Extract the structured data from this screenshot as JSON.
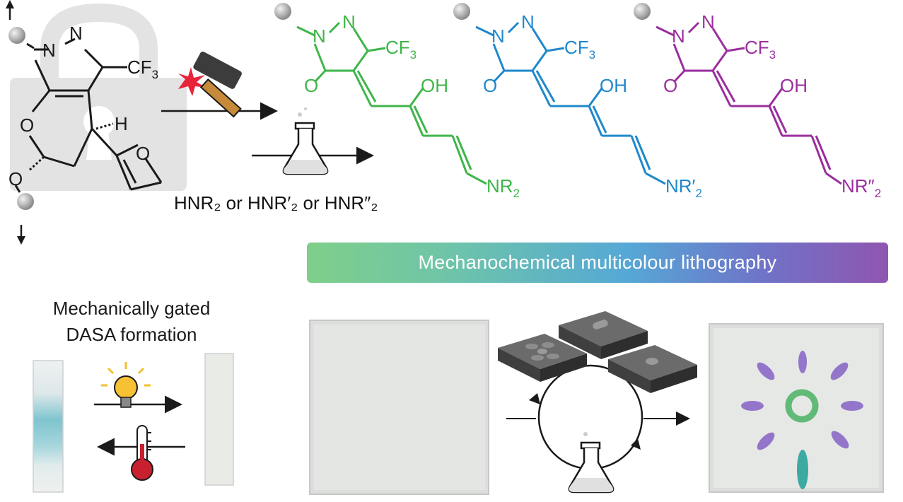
{
  "reagent_label": {
    "text": "HNR₂ or HNR′₂ or HNR″₂"
  },
  "banner": {
    "text": "Mechanochemical multicolour lithography"
  },
  "caption": {
    "line1": "Mechanically gated",
    "line2": "DASA formation"
  },
  "labels": {
    "N": "N",
    "O": "O",
    "H": "H",
    "cf3": "CF",
    "cf3_sub": "3",
    "oh": "OH",
    "nr": "NR",
    "nr_sub": "2",
    "nr_prime": "NR′",
    "nr_dprime": "NR″"
  },
  "colors": {
    "green": "#3fb54a",
    "blue": "#1f88cc",
    "purple": "#9b2e9e",
    "ink": "#1a1a1a",
    "lock_gray": "#e3e3e3"
  }
}
